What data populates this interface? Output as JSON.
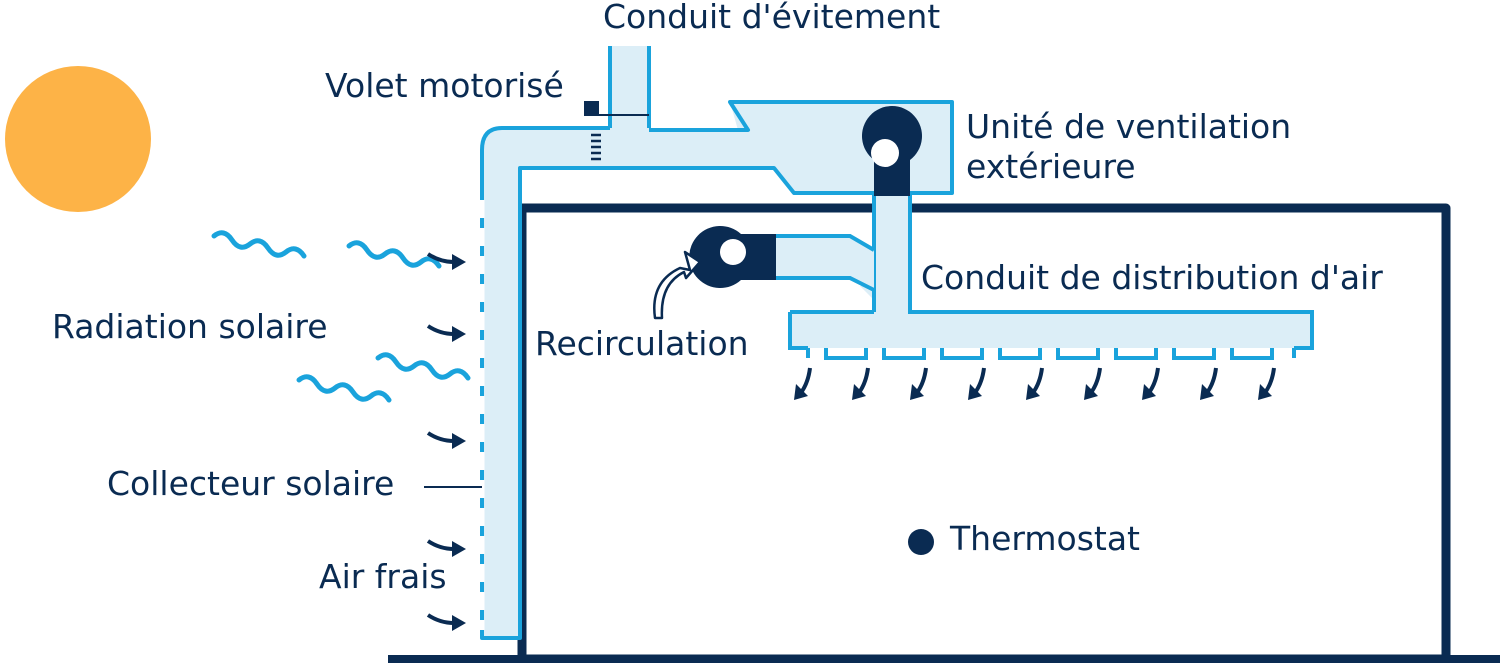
{
  "labels": {
    "bypass_duct": "Conduit d'évitement",
    "motorized_damper": "Volet motorisé",
    "ventilation_unit_line1": "Unité de ventilation",
    "ventilation_unit_line2": "extérieure",
    "distribution_duct": "Conduit de distribution d'air",
    "recirculation": "Recirculation",
    "solar_radiation": "Radiation solaire",
    "solar_collector": "Collecteur solaire",
    "fresh_air": "Air frais",
    "thermostat": "Thermostat"
  },
  "icons": [
    "sun-icon",
    "solar-wave-icon",
    "air-arrow-icon",
    "fan-icon"
  ],
  "colors": {
    "text": "#0a2b52",
    "navy": "#0a2b52",
    "duct_stroke": "#1aa3dc",
    "duct_fill": "#dceef7",
    "sun": "#fdb347",
    "background": "#ffffff"
  }
}
